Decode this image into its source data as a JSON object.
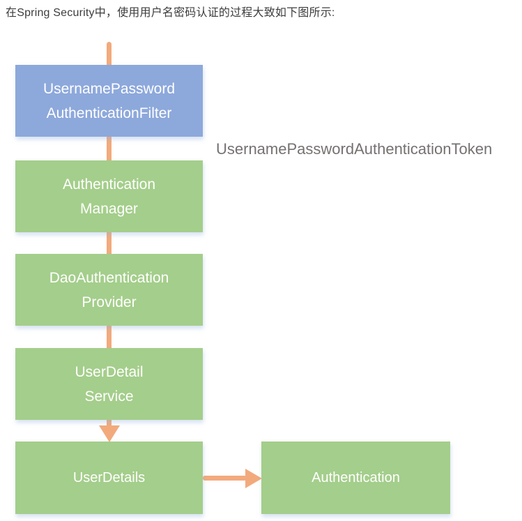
{
  "title": "在Spring Security中，使用用户名密码认证的过程大致如下图所示:",
  "side_label": "UsernamePasswordAuthenticationToken",
  "colors": {
    "blue": "#8DA8DB",
    "green": "#A4CE8B",
    "orange": "#F2AA7D",
    "label_gray": "#767171",
    "title_text": "#3c3c3c",
    "box_text": "#ffffff"
  },
  "nodes": {
    "filter": {
      "line1": "UsernamePassword",
      "line2": "AuthenticationFilter"
    },
    "manager": {
      "line1": "Authentication",
      "line2": "Manager"
    },
    "provider": {
      "line1": "DaoAuthentication",
      "line2": "Provider"
    },
    "service": {
      "line1": "UserDetail",
      "line2": "Service"
    },
    "userdetails": {
      "line1": "UserDetails"
    },
    "authentication": {
      "line1": "Authentication"
    }
  }
}
